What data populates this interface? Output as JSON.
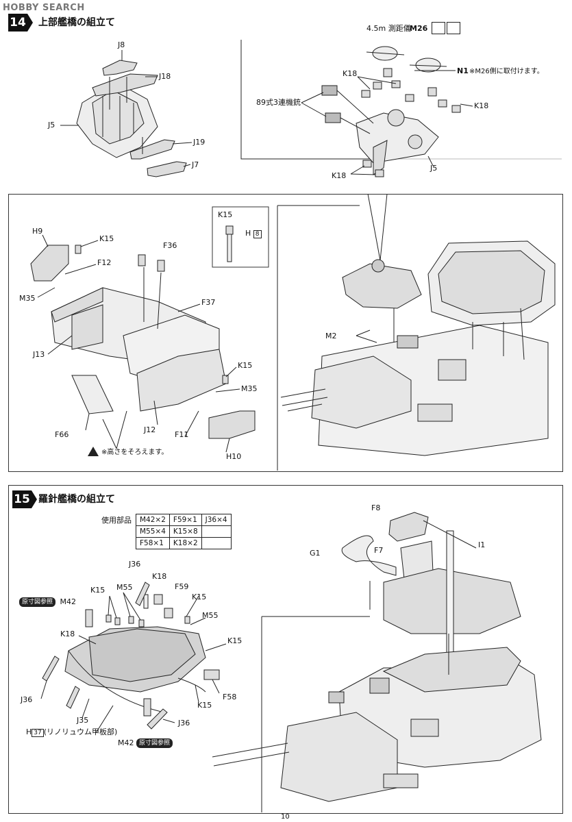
{
  "watermark": "HOBBY SEARCH",
  "page_number": "10",
  "step14": {
    "number": "14",
    "title": "上部艦橋の組立て",
    "labels": {
      "j8": "J8",
      "j18": "J18",
      "j5_left": "J5",
      "j19": "J19",
      "j7": "J7",
      "rangefinder": "4.5m 測距儀",
      "m26": "M26",
      "k18_a": "K18",
      "n1": "N1",
      "n1_note": "※M26側に取付けます。",
      "mg_89": "89式3連機銃",
      "k18_b": "K18",
      "k18_c": "K18",
      "j5_right": "J5",
      "h9": "H9",
      "k15_a": "K15",
      "f12": "F12",
      "m35_a": "M35",
      "f36": "F36",
      "f37": "F37",
      "j13": "J13",
      "k15_b": "K15",
      "m35_b": "M35",
      "f66": "F66",
      "j12": "J12",
      "f11": "F11",
      "h10": "H10",
      "height_note": "※高さをそろえます。",
      "inset_k15": "K15",
      "inset_h": "H",
      "inset_h_num": "8",
      "m2": "M2"
    }
  },
  "step15": {
    "number": "15",
    "title": "羅針艦橋の組立て",
    "parts_header": "使用部品",
    "parts_table": [
      [
        "M42×2",
        "F59×1",
        "J36×4"
      ],
      [
        "M55×4",
        "K15×8",
        ""
      ],
      [
        "F58×1",
        "K18×2",
        ""
      ]
    ],
    "labels": {
      "j36_top": "J36",
      "k18_top": "K18",
      "k15_top": "K15",
      "m55_top": "M55",
      "f59": "F59",
      "k15_right": "K15",
      "ref_full_size": "原寸図参照",
      "m42_top": "M42",
      "m55_right": "M55",
      "k18_left": "K18",
      "k15_mid": "K15",
      "j36_left": "J36",
      "j35": "J35",
      "k15_bottom": "K15",
      "f58": "F58",
      "h_label": "H",
      "h_num": "37",
      "linoleum": "(リノリュウム甲板部)",
      "j36_bottom": "J36",
      "m42_bottom": "M42",
      "ref_full_size_2": "原寸図参照",
      "f8": "F8",
      "g1": "G1",
      "f7": "F7",
      "i1": "I1"
    }
  }
}
